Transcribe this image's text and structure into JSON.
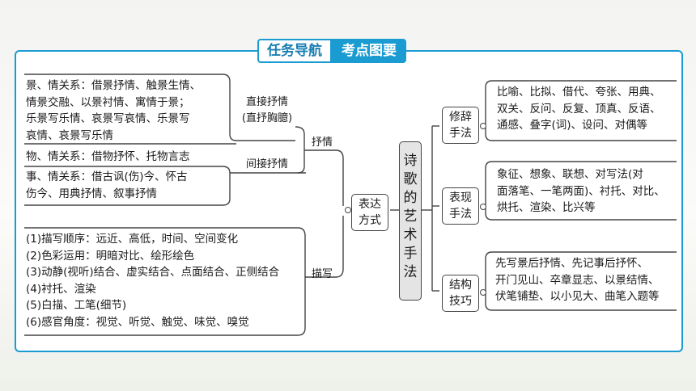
{
  "header": {
    "left": "任务导航",
    "right": "考点图要"
  },
  "core": [
    "诗",
    "歌",
    "的",
    "艺",
    "术",
    "手",
    "法"
  ],
  "left": {
    "branch": "表达方式",
    "lyric": {
      "label": "抒情",
      "direct_label": "直接抒情",
      "direct_sub": "(直抒胸臆)",
      "indirect_label": "间接抒情",
      "scene_lines": [
        "景、情关系：借景抒情、触景生情、",
        "情景交融、以景衬情、寓情于景；",
        "乐景写乐情、哀景写哀情、乐景写",
        "哀情、哀景写乐情"
      ],
      "object_line": "物、情关系：借物抒怀、托物言志",
      "event_lines": [
        "事、情关系：借古讽(伤)今、怀古",
        "伤今、用典抒情、叙事抒情"
      ]
    },
    "describe": {
      "label": "描写",
      "lines": [
        "(1)描写顺序：远近、高低，时间、空间变化",
        "(2)色彩运用：明暗对比、绘形绘色",
        "(3)动静(视听)结合、虚实结合、点面结合、正侧结合",
        "(4)衬托、渲染",
        "(5)白描、工笔(细节)",
        "(6)感官角度：视觉、听觉、触觉、味觉、嗅觉"
      ]
    }
  },
  "right": {
    "rhetoric": {
      "label": [
        "修辞",
        "手法"
      ],
      "lines": [
        "比喻、比拟、借代、夸张、用典、",
        "双关、反问、反复、顶真、反语、",
        "通感、叠字(词)、设问、对偶等"
      ]
    },
    "express": {
      "label": [
        "表现",
        "手法"
      ],
      "lines": [
        "象征、想象、联想、对写法(对",
        "面落笔、一笔两面)、衬托、对比、",
        "烘托、渲染、比兴等"
      ]
    },
    "structure": {
      "label": [
        "结构",
        "技巧"
      ],
      "lines": [
        "先写景后抒情、先记事后抒怀、",
        "开门见山、卒章显志、以景结情、",
        "伏笔铺垫、以小见大、曲笔入题等"
      ]
    }
  },
  "colors": {
    "accent": "#1a9bd2",
    "line": "#444444",
    "core_fill": "#e4e4e4"
  }
}
